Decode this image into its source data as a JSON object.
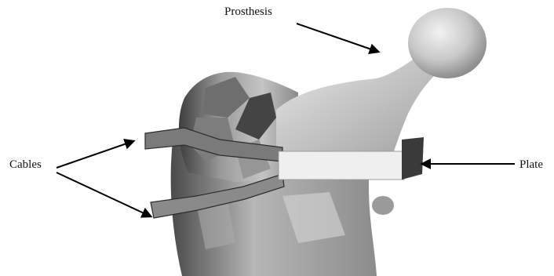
{
  "labels": {
    "prosthesis": "Prosthesis",
    "cables": "Cables",
    "plate": "Plate"
  },
  "colors": {
    "bone_light": "#d8d8d8",
    "bone_mid": "#a9a9a9",
    "bone_dark": "#5a5a5a",
    "prosthesis": "#c9c9c9",
    "plate": "#eeeeee",
    "arrow": "#000000"
  }
}
